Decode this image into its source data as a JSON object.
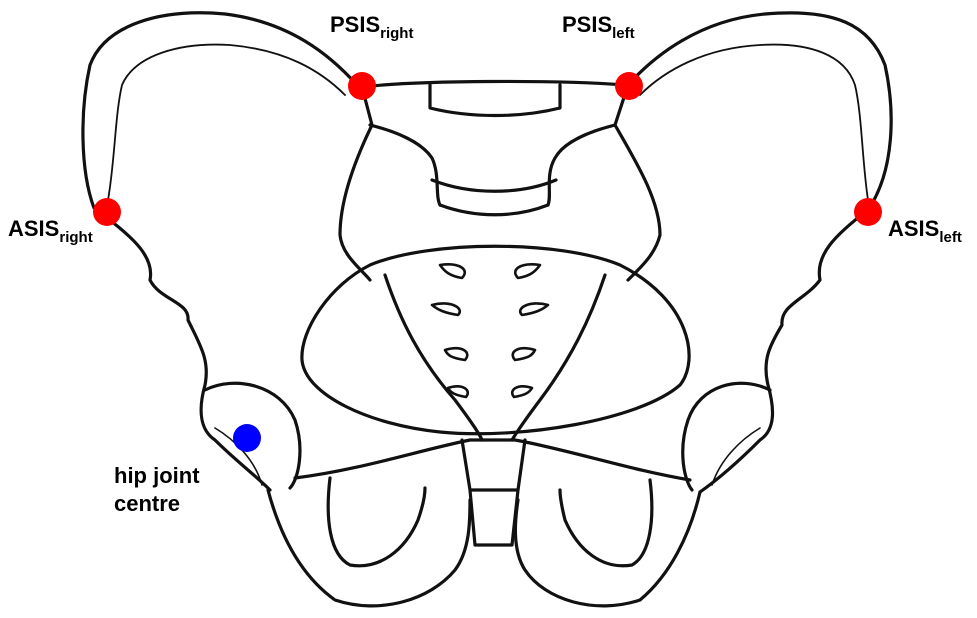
{
  "landmarks": {
    "psis_right": {
      "main": "PSIS",
      "sub": "right"
    },
    "psis_left": {
      "main": "PSIS",
      "sub": "left"
    },
    "asis_right": {
      "main": "ASIS",
      "sub": "right"
    },
    "asis_left": {
      "main": "ASIS",
      "sub": "left"
    },
    "hip_joint_centre": {
      "line1": "hip joint",
      "line2": "centre"
    }
  },
  "colors": {
    "landmark_marker": "#ff0000",
    "hip_marker": "#0000ff",
    "outline": "#111111"
  }
}
